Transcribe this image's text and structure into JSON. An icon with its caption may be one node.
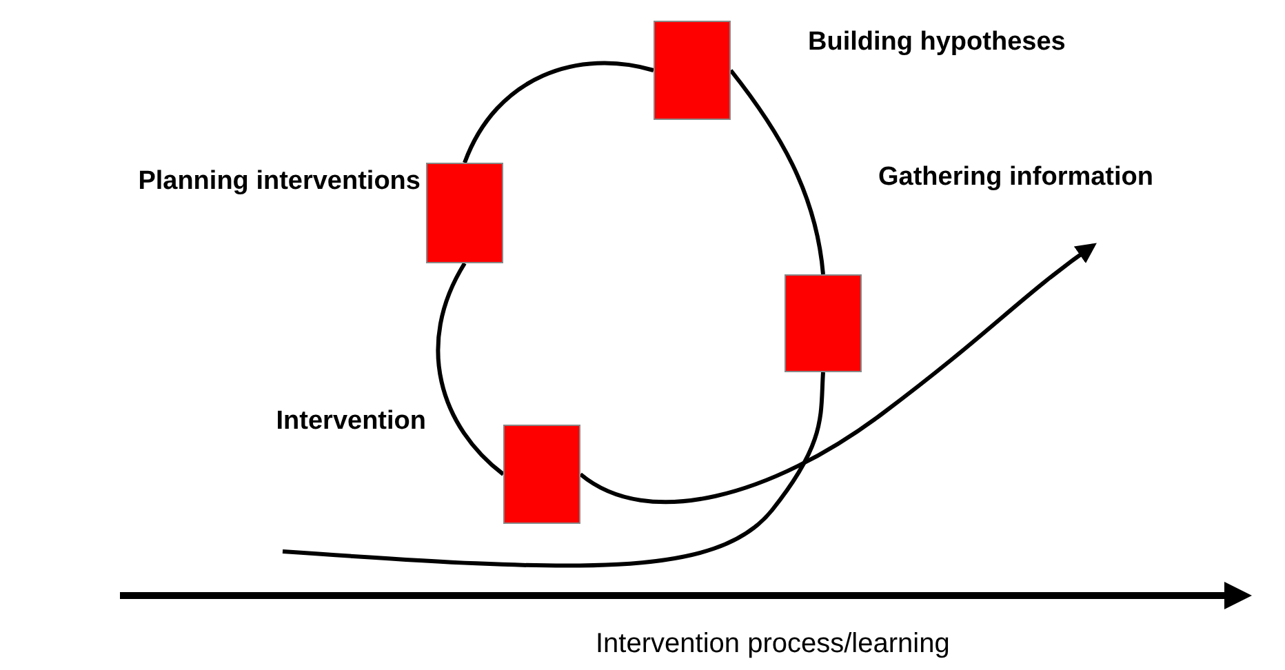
{
  "diagram": {
    "nodes": [
      {
        "text": [
          "Building hypotheses"
        ]
      },
      {
        "text": [
          "Planning interventions"
        ]
      },
      {
        "text": [
          "Gathering information"
        ]
      },
      {
        "text": [
          "Intervention"
        ]
      }
    ],
    "edges": [
      {
        "from": null,
        "to": 2,
        "arrow": "none"
      },
      {
        "from": 2,
        "to": 0,
        "arrow": "none"
      },
      {
        "from": 0,
        "to": 1,
        "arrow": "none"
      },
      {
        "from": 1,
        "to": 3,
        "arrow": "none"
      },
      {
        "from": 3,
        "to": null,
        "arrow": "to"
      }
    ],
    "labels": [
      "Intervention process/learning"
    ]
  }
}
